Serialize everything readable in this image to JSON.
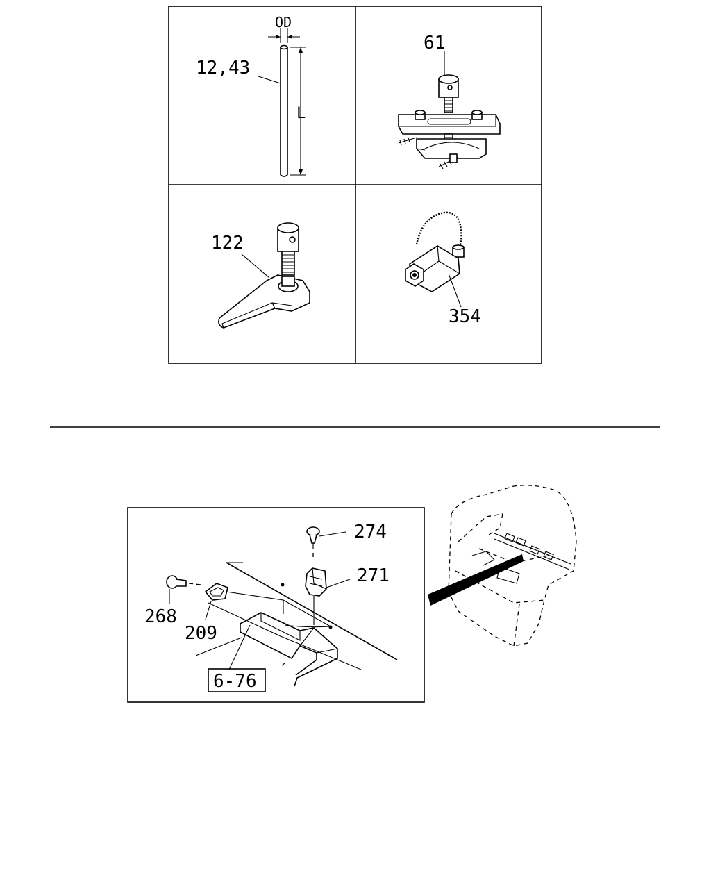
{
  "top_panel": {
    "rod": {
      "od_label": "OD",
      "part_label": "12,43",
      "length_label": "L"
    },
    "puller": {
      "part_label": "61"
    },
    "wrench": {
      "part_label": "122"
    },
    "adapter": {
      "part_label": "354"
    }
  },
  "bottom_panel": {
    "labels": {
      "screw_top": "274",
      "clip": "271",
      "screw_left": "268",
      "nut": "209",
      "ref_box": "6-76"
    }
  }
}
